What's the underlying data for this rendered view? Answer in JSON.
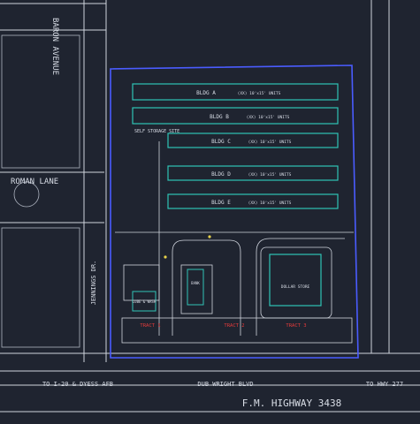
{
  "roads": {
    "baron_avenue": "BARON AVENUE",
    "roman_lane": "ROMAN LANE",
    "jennings_dr": "JENNINGS DR.",
    "dub_wright_blvd": "DUB WRIGHT BLVD",
    "fm_highway": "F.M. HIGHWAY 3438",
    "to_i20": "TO I-20 & DYESS AFB",
    "to_hwy": "TO HWY 277"
  },
  "site": {
    "self_storage": "SELF STORAGE SITE",
    "buildings": [
      "BLDG A",
      "BLDG B",
      "BLDG C",
      "BLDG D",
      "BLDG E"
    ],
    "building_specs": [
      "(XX) 10'x15' UNITS",
      "(XX) 10'x15' UNITS",
      "(XX) 10'x15' UNITS",
      "(XX) 10'x15' UNITS",
      "(XX) 10'x15' UNITS"
    ],
    "tract_labels": [
      "TRACT 1",
      "TRACT 2",
      "TRACT 3"
    ],
    "dollar_store": "DOLLAR STORE",
    "bank_label": "BANK",
    "lube_label": "LUBE & WASH"
  },
  "colors": {
    "background": "#1f2430",
    "boundary": "#4a5cff",
    "building": "#30c4b6",
    "linework": "#dcdfe6",
    "red_text": "#e53b3b",
    "yellow": "#e8d34a"
  }
}
